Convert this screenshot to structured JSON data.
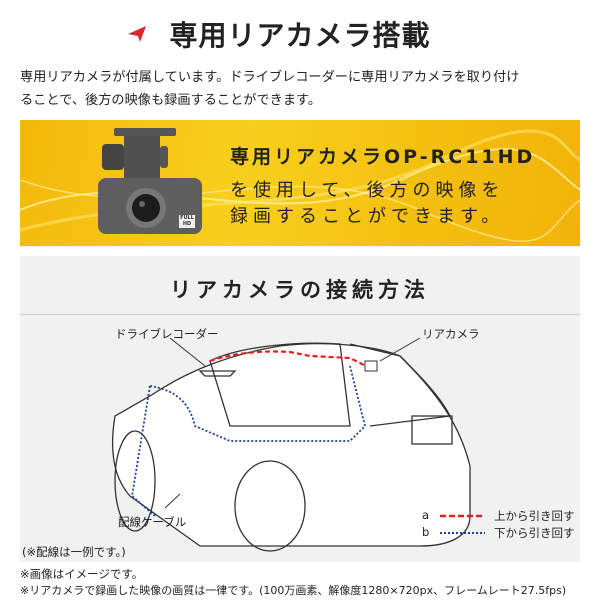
{
  "header": {
    "title": "専用リアカメラ搭載",
    "icon": "red-arrow-icon"
  },
  "intro": {
    "line1": "専用リアカメラが付属しています。ドライブレコーダーに専用リアカメラを取り付け",
    "line2": "ることで、後方の映像も録画することができます。"
  },
  "banner": {
    "product": "専用リアカメラOP-RC11HD",
    "line1": "を使用して、後方の映像を",
    "line2": "録画することができます。",
    "badge": "FULL HD"
  },
  "diagram": {
    "title": "リアカメラの接続方法",
    "label_recorder": "ドライブレコーダー",
    "label_camera": "リアカメラ",
    "label_cable": "配線ケーブル",
    "disclaimer": "(※配線は一例です。)",
    "legend": [
      {
        "key": "a",
        "text": "上から引き回す",
        "color": "#e02020"
      },
      {
        "key": "b",
        "text": "下から引き回す",
        "color": "#1a3fa0"
      }
    ]
  },
  "notes": {
    "n1": "※画像はイメージです。",
    "n2": "※リアカメラで録画した映像の画質は一律です。(100万画素、解像度1280×720px、フレームレート27.5fps)"
  }
}
